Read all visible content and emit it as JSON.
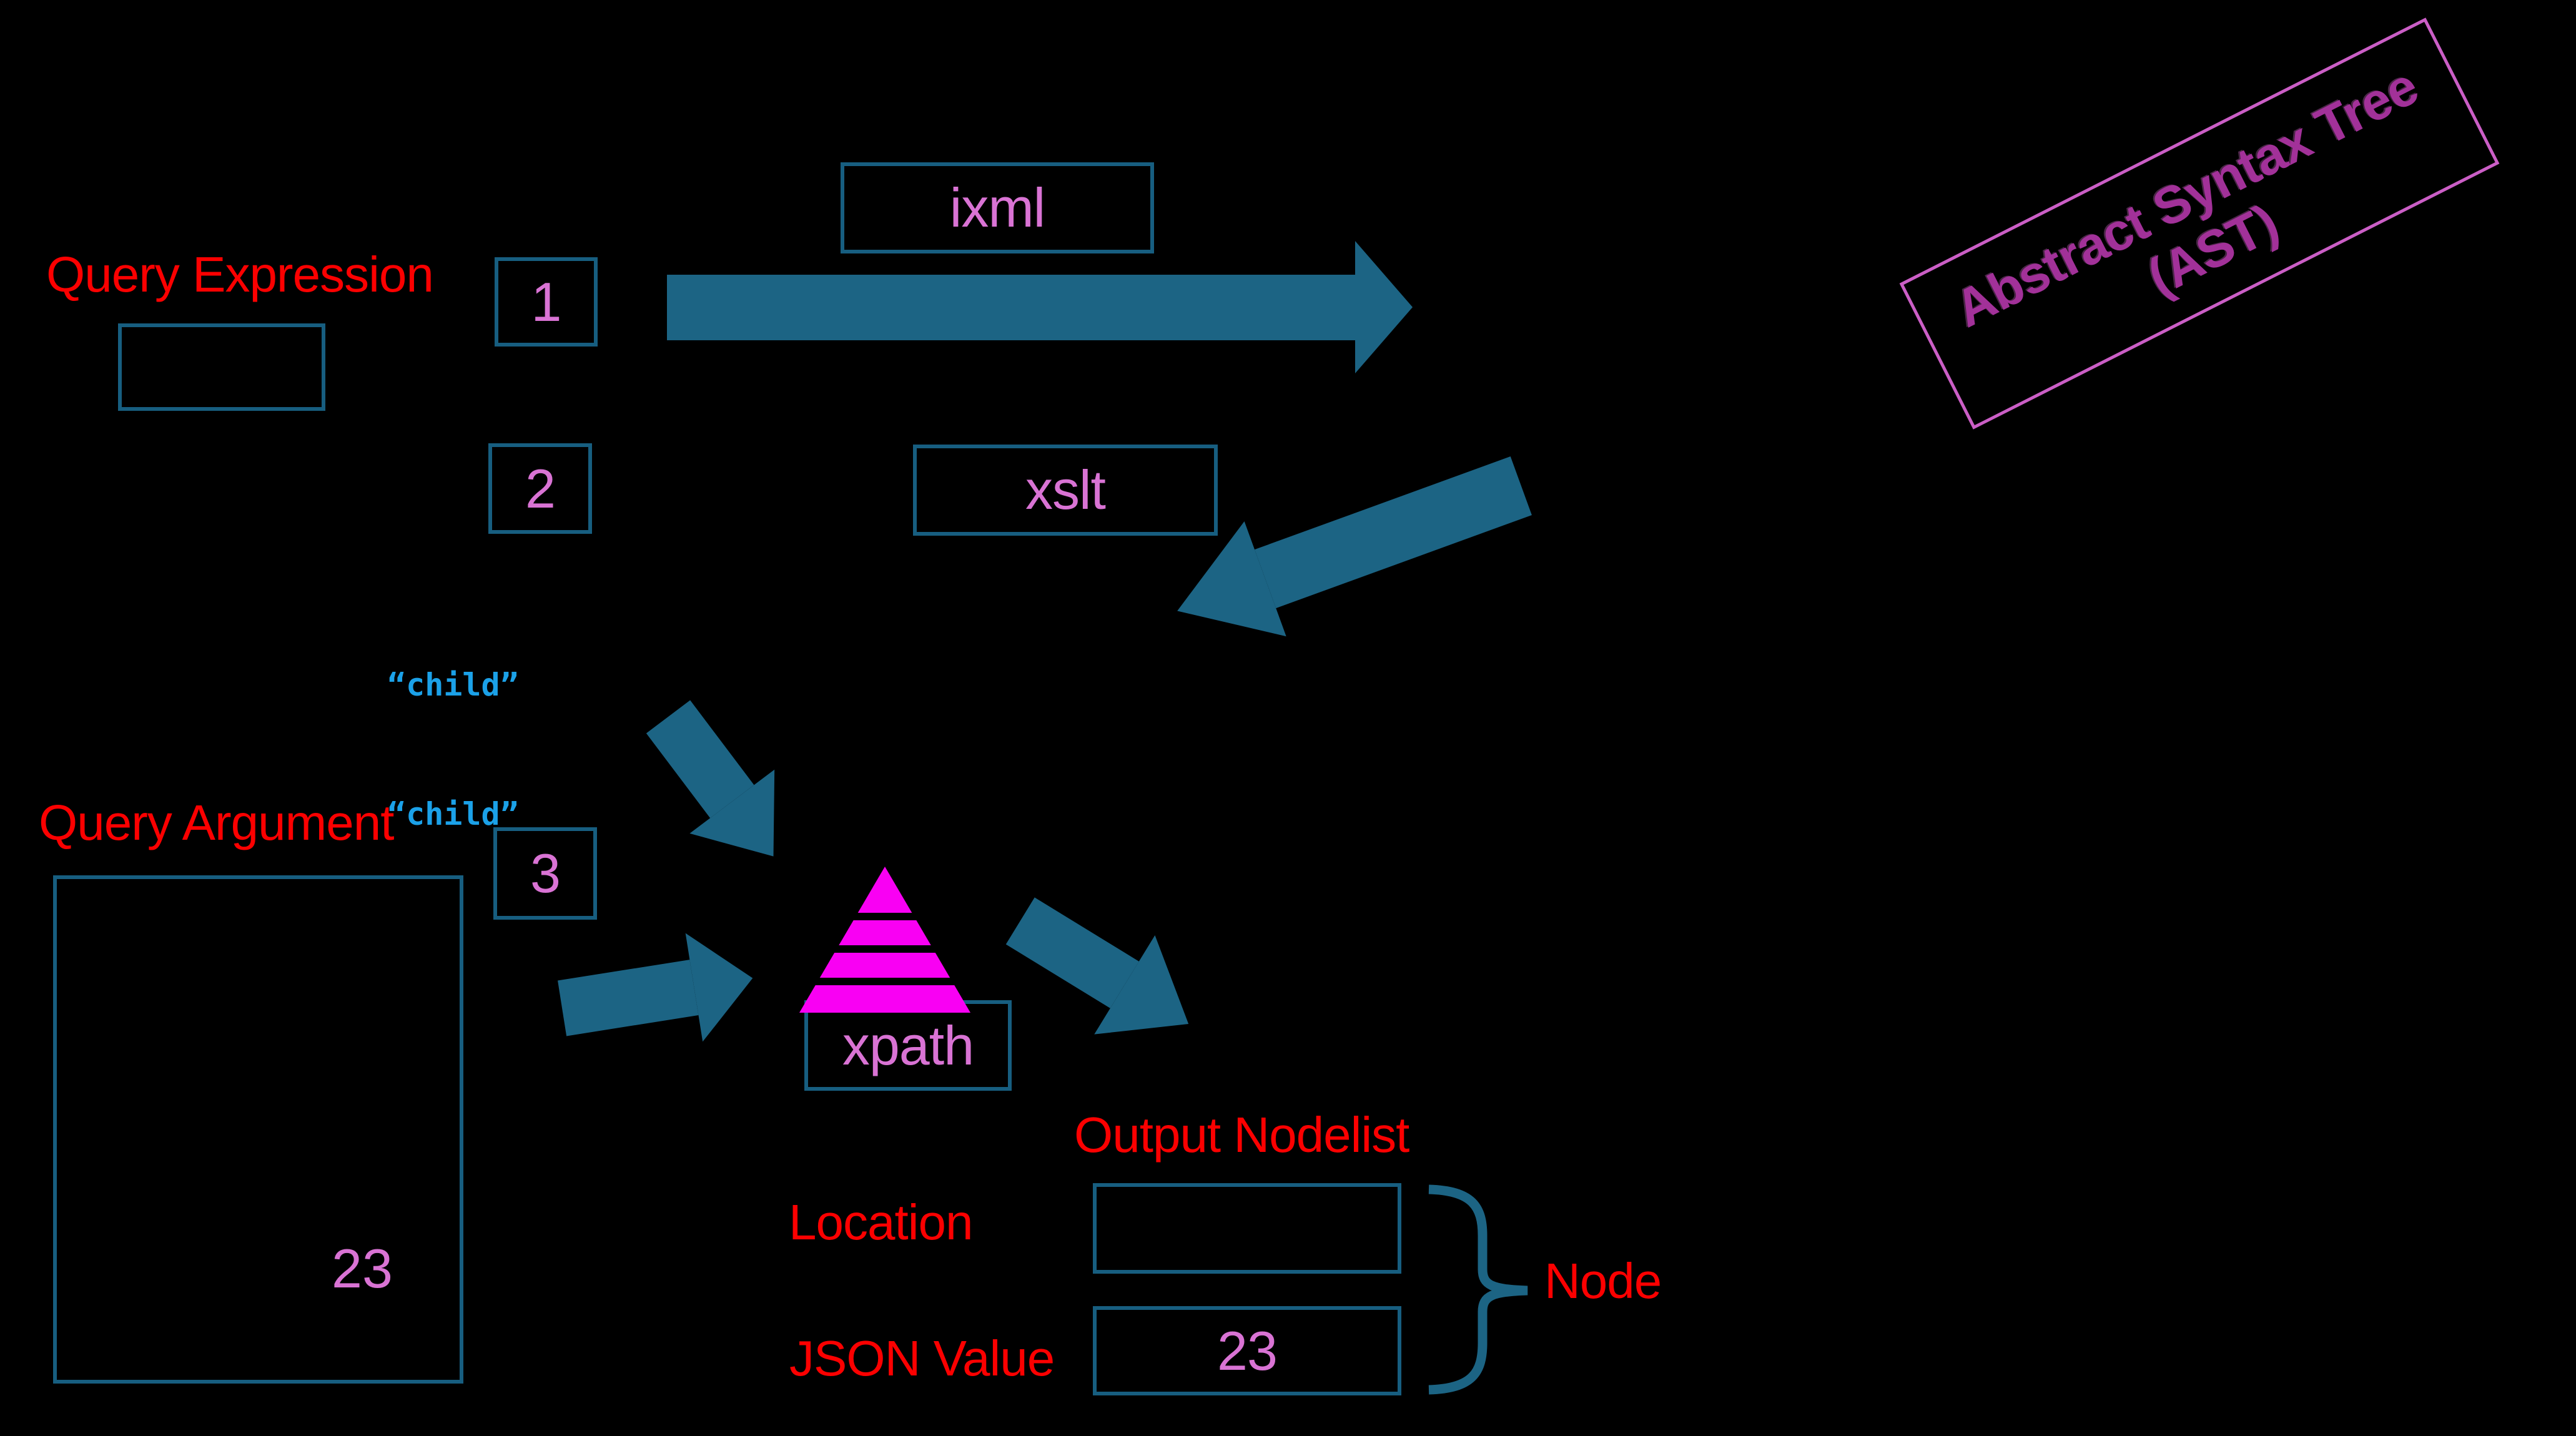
{
  "colors": {
    "background": "#000000",
    "red": "#FC0000",
    "arrow": "#1C6484",
    "box-border": "#175E80",
    "orchid": "#D973D4",
    "code": "#1BA1E8",
    "magenta": "#F900F3",
    "ast-text": "#A23199",
    "ast-border": "#CB5EC6"
  },
  "ast_sign": {
    "line1": "Abstract Syntax Tree",
    "line2": "(AST)"
  },
  "labels": {
    "query_expression": "Query Expression",
    "query_argument": "Query Argument",
    "output_nodelist": "Output Nodelist",
    "location": "Location",
    "json_value": "JSON Value",
    "node": "Node"
  },
  "steps": [
    {
      "label": "1"
    },
    {
      "label": "2"
    },
    {
      "label": "3"
    }
  ],
  "modules": {
    "ixml": "ixml",
    "xslt": "xslt",
    "xpath": "xpath"
  },
  "code": {
    "line1": "“child”",
    "line2": "“child”"
  },
  "values": {
    "query_argument": "23",
    "json_value": "23"
  }
}
